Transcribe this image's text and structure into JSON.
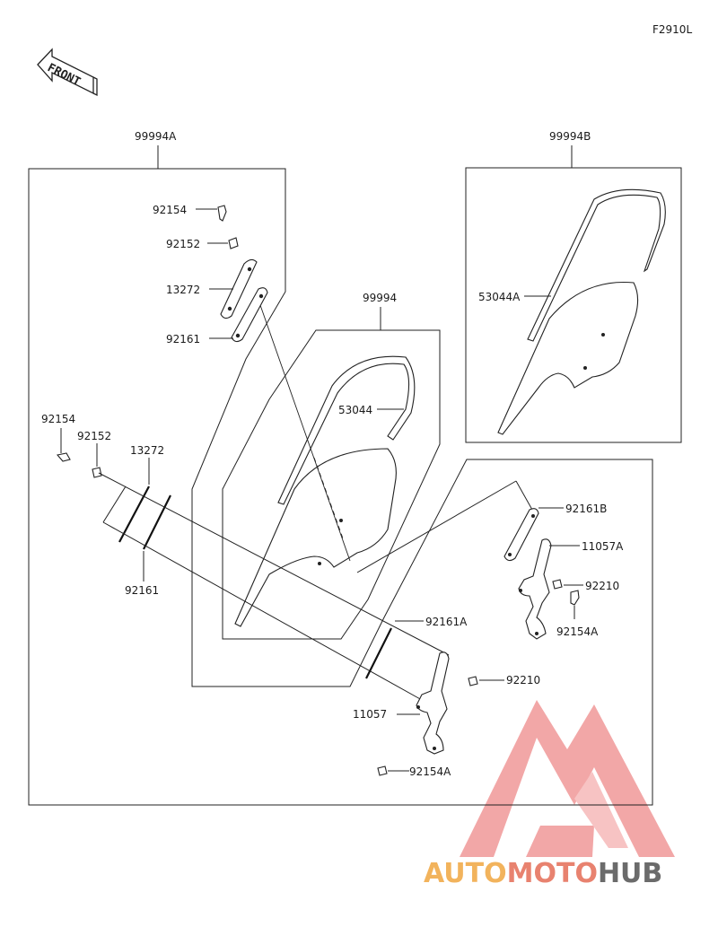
{
  "figure_code": "F2910L",
  "front_label": "FRONT",
  "brand": {
    "part1": "AUTO",
    "part2": "MOTO",
    "part3": "HUB",
    "color1": "#f2b35c",
    "color2": "#e8826f",
    "color3": "#6b6b6b",
    "logo_color": "#ee8a8a"
  },
  "callouts": {
    "kit_a": "99994A",
    "kit_b": "99994B",
    "kit": "99994",
    "bolt_top": "92154",
    "washer_top": "92152",
    "rubber_top": "13272",
    "plate_top": "92161",
    "shield_b": "53044A",
    "shield": "53044",
    "bolt_left": "92154",
    "washer_left": "92152",
    "rubber_left": "13272",
    "plate_left": "92161",
    "plate_r_b": "92161B",
    "bracket_r_a": "11057A",
    "nut_r_a": "92210",
    "bolt_r_a": "92154A",
    "plate_mid_a": "92161A",
    "nut_mid": "92210",
    "bracket_mid": "11057",
    "bolt_mid_a": "92154A"
  }
}
